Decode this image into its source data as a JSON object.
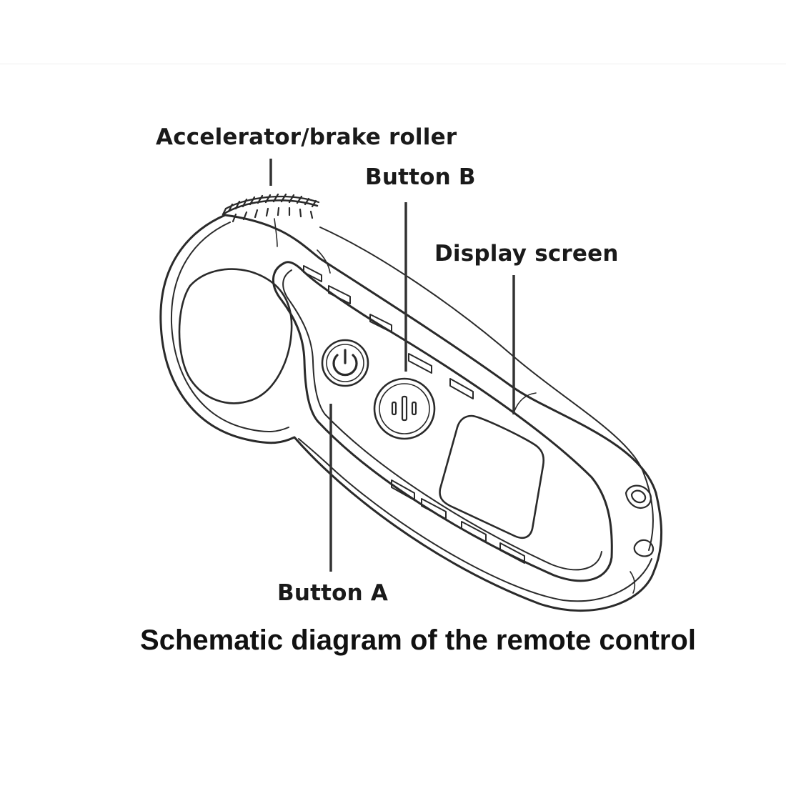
{
  "labels": {
    "roller": "Accelerator/brake roller",
    "button_b": "Button B",
    "display": "Display screen",
    "button_a": "Button A"
  },
  "caption": "Schematic diagram of the remote control",
  "icons": {
    "button_a": "power-icon",
    "button_b": "pause-icon"
  },
  "colors": {
    "line": "#2a2a2a",
    "background": "#ffffff"
  }
}
